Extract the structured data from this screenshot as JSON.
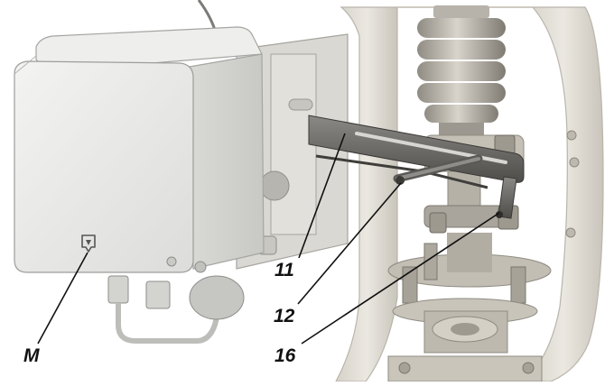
{
  "diagram": {
    "callouts": {
      "part_11": "11",
      "part_12": "12",
      "part_16": "16",
      "part_m": "M"
    },
    "colors": {
      "housing": "#e9e9e7",
      "housing_edge": "#9a9a98",
      "valve_body": "#dcd9d2",
      "valve_dark": "#a8a49b",
      "lever_steel": "#6d6c69",
      "leader_line": "#111111",
      "background": "#ffffff"
    },
    "icon": "arrow-down-box-icon"
  }
}
